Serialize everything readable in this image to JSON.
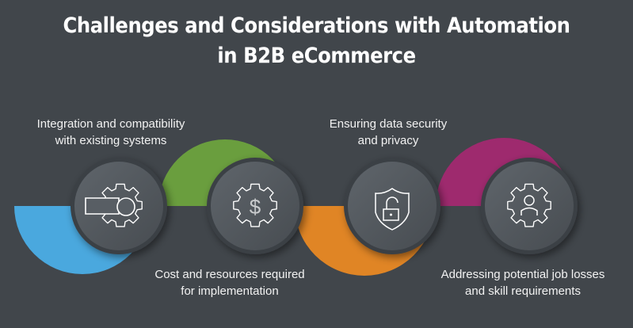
{
  "title": {
    "line1": "Challenges and  Considerations with Automation",
    "line2": "in B2B eCommerce"
  },
  "items": [
    {
      "line1": "Integration and compatibility",
      "line2": "with existing systems",
      "icon": "gear-arrow-icon",
      "color": "#4aa8de"
    },
    {
      "line1": "Cost and resources required",
      "line2": "for implementation",
      "icon": "gear-dollar-icon",
      "color": "#6a9e3e"
    },
    {
      "line1": "Ensuring data security",
      "line2": "and privacy",
      "icon": "shield-lock-icon",
      "color": "#e08525"
    },
    {
      "line1": "Addressing potential job losses",
      "line2": "and skill requirements",
      "icon": "gear-person-icon",
      "color": "#9e2a6e"
    }
  ]
}
